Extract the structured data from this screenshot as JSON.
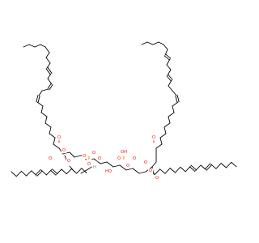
{
  "molecule": {
    "atom_colors": {
      "C": "#000000",
      "O": "#ff0d0d",
      "P": "#ff8000",
      "H": "#909090"
    },
    "atom_labels": {
      "O": "O",
      "P": "P",
      "OH": "OH",
      "HO": "HO",
      "H": "H"
    }
  }
}
